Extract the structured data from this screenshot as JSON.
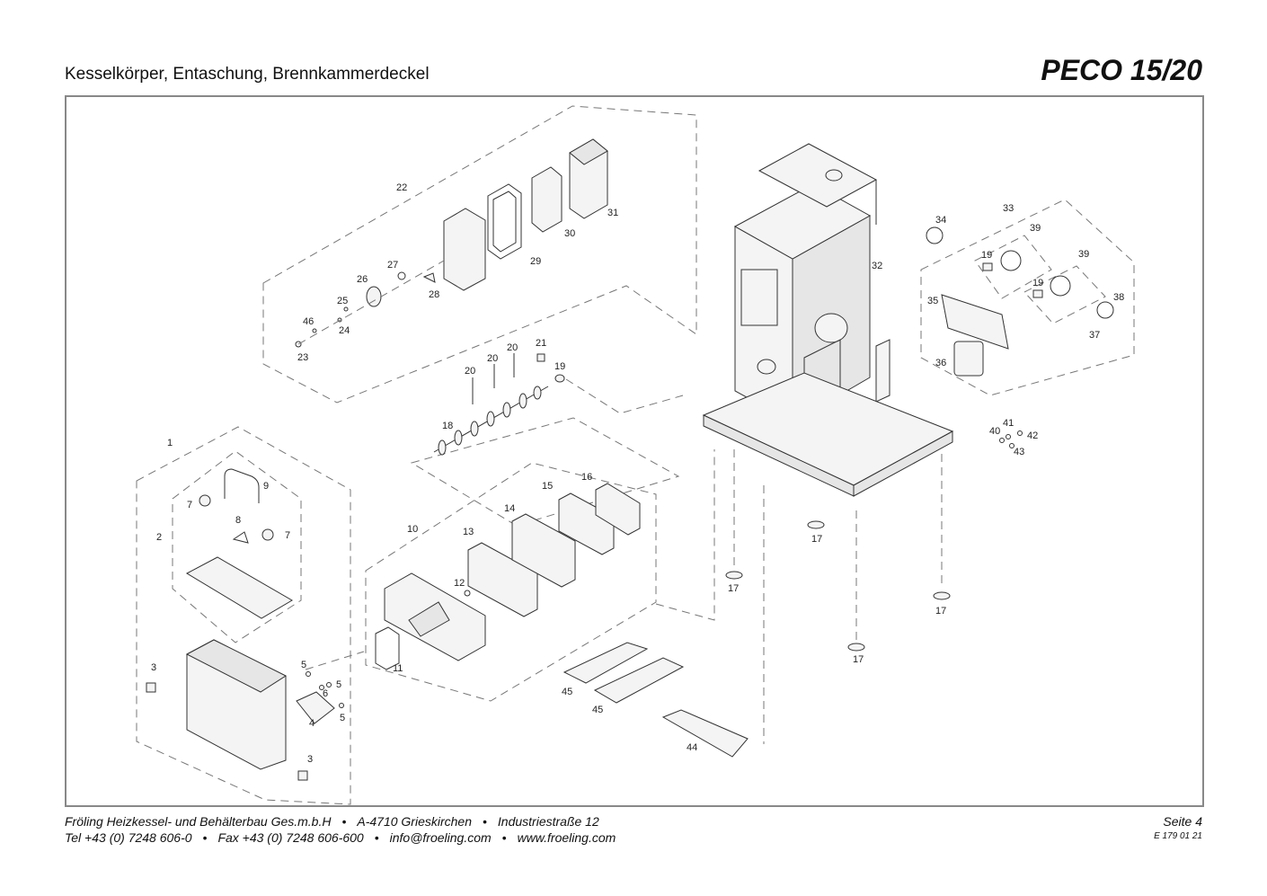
{
  "header": {
    "title": "Kesselkörper, Entaschung, Brennkammerdeckel",
    "model": "PECO 15/20"
  },
  "callouts": {
    "c1": "1",
    "c2": "2",
    "c3a": "3",
    "c3b": "3",
    "c4": "4",
    "c5a": "5",
    "c5b": "5",
    "c5c": "5",
    "c6": "6",
    "c7a": "7",
    "c7b": "7",
    "c8": "8",
    "c9": "9",
    "c10": "10",
    "c11": "11",
    "c12": "12",
    "c13": "13",
    "c14": "14",
    "c15": "15",
    "c16": "16",
    "c17a": "17",
    "c17b": "17",
    "c17c": "17",
    "c17d": "17",
    "c18": "18",
    "c19a": "19",
    "c19b": "19",
    "c19c": "19",
    "c20a": "20",
    "c20b": "20",
    "c20c": "20",
    "c21": "21",
    "c22": "22",
    "c23": "23",
    "c24": "24",
    "c25": "25",
    "c26": "26",
    "c27": "27",
    "c28": "28",
    "c29": "29",
    "c30": "30",
    "c31": "31",
    "c32": "32",
    "c33": "33",
    "c34": "34",
    "c35": "35",
    "c36": "36",
    "c37": "37",
    "c38": "38",
    "c39a": "39",
    "c39b": "39",
    "c40": "40",
    "c41": "41",
    "c42": "42",
    "c43": "43",
    "c44": "44",
    "c45a": "45",
    "c45b": "45",
    "c46": "46"
  },
  "footer": {
    "company": "Fröling Heizkessel- und Behälterbau Ges.m.b.H",
    "city": "A-4710 Grieskirchen",
    "street": "Industriestraße 12",
    "tel": "Tel +43 (0) 7248 606-0",
    "fax": "Fax +43 (0) 7248 606-600",
    "email": "info@froeling.com",
    "web": "www.froeling.com",
    "bullet": "•",
    "page": "Seite 4",
    "doc_number": "E 179 01 21"
  }
}
